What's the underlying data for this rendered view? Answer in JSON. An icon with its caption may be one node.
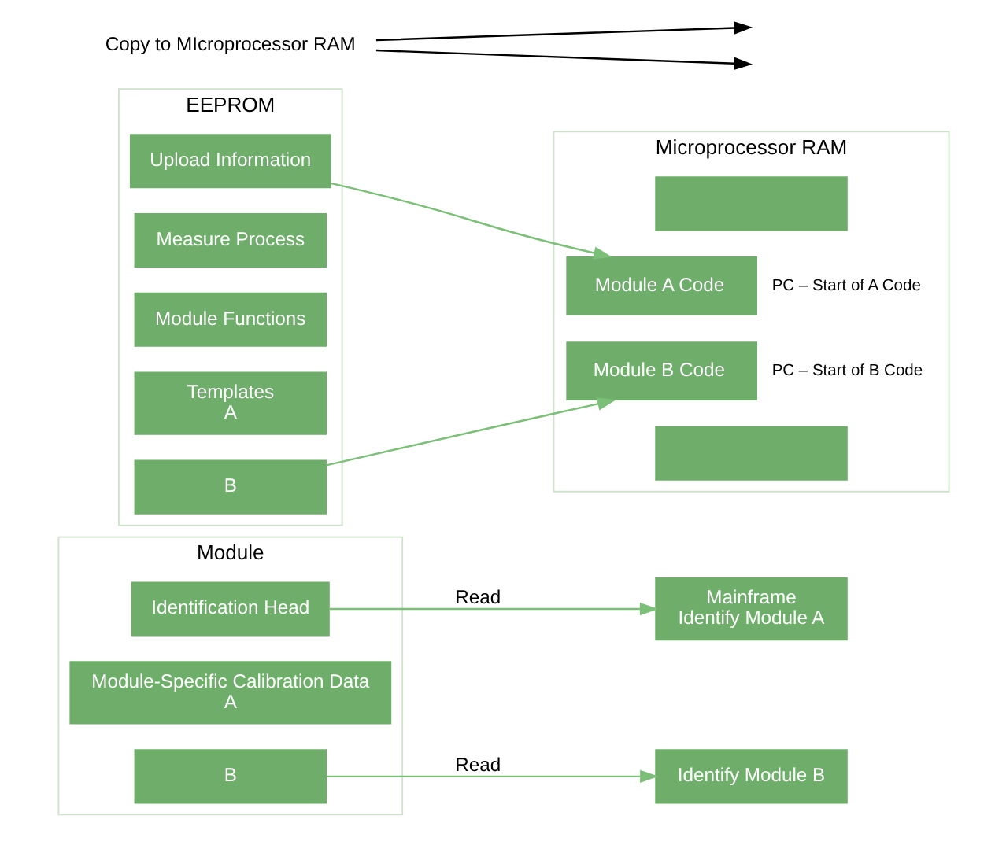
{
  "diagram": {
    "nodes": [
      {
        "text": [
          "Module"
        ]
      },
      {
        "text": [
          "Identification Head"
        ],
        "in": 0
      },
      {
        "text": [
          "Module-Specific Calibration Data",
          "A"
        ],
        "in": 0
      },
      {
        "text": [
          "B"
        ],
        "in": 0
      },
      {
        "text": [
          "Mainframe",
          "Identify Module A"
        ]
      },
      {
        "text": [
          "Identify Module B"
        ]
      },
      {
        "text": [
          "EEPROM"
        ]
      },
      {
        "text": [
          "Upload Information"
        ],
        "in": 6
      },
      {
        "text": [
          "Measure Process"
        ],
        "in": 6
      },
      {
        "text": [
          "Module Functions"
        ],
        "in": 6
      },
      {
        "text": [
          "Templates",
          "A"
        ],
        "in": 6
      },
      {
        "text": [
          "B"
        ],
        "in": 6
      },
      {
        "text": [
          "Microprocessor RAM"
        ]
      },
      {
        "text": [],
        "shape": "box",
        "in": 12
      },
      {
        "text": [
          "Module A Code"
        ],
        "beside": [
          "PC – Start of A Code"
        ],
        "in": 12
      },
      {
        "text": [
          "Module B Code"
        ],
        "beside": [
          "PC – Start of B Code"
        ],
        "in": 12
      },
      {
        "text": [],
        "shape": "box",
        "in": 12
      },
      {
        "text": [
          "Copy to MIcroprocessor RAM"
        ]
      }
    ],
    "edges": [
      {
        "from": 1,
        "to": 4,
        "arrow": "to",
        "label": "Read"
      },
      {
        "from": 3,
        "to": 5,
        "arrow": "to",
        "label": "Read"
      },
      {
        "from": 7,
        "to": 14,
        "arrow": "to"
      },
      {
        "from": 11,
        "to": 15,
        "arrow": "to"
      },
      {
        "from": 17,
        "to": null,
        "arrow": "to",
        "color": "#000000"
      },
      {
        "from": 17,
        "to": null,
        "arrow": "to",
        "color": "#000000"
      }
    ]
  }
}
